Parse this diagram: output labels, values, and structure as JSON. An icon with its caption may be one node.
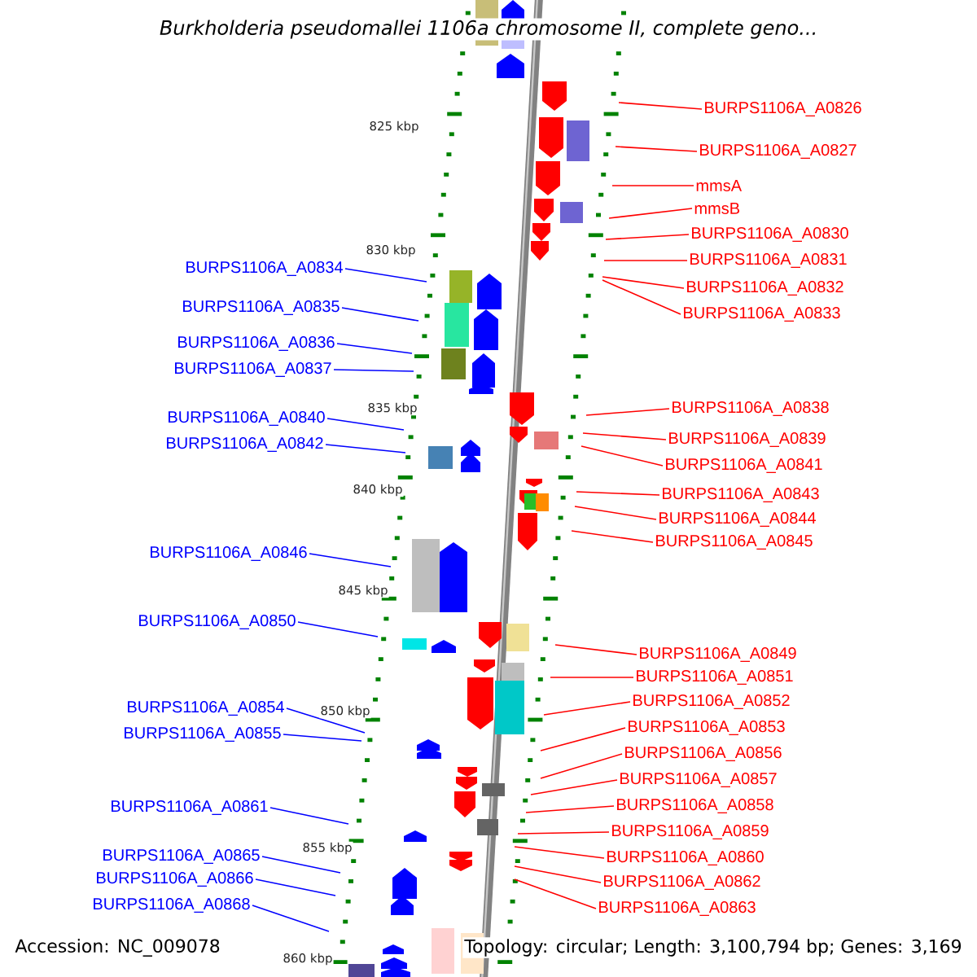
{
  "diagram": {
    "title": "*Burkholderia pseudomallei* 1106a chromosome II, complete geno...",
    "nodes": [
      {
        "text": [
          "BURPS1106A_A0826"
        ]
      },
      {
        "text": [
          "BURPS1106A_A0827"
        ]
      },
      {
        "text": [
          "mmsA"
        ]
      },
      {
        "text": [
          "mmsB"
        ]
      },
      {
        "text": [
          "BURPS1106A_A0830"
        ]
      },
      {
        "text": [
          "BURPS1106A_A0831"
        ]
      },
      {
        "text": [
          "BURPS1106A_A0834"
        ]
      },
      {
        "text": [
          "BURPS1106A_A0832"
        ]
      },
      {
        "text": [
          "BURPS1106A_A0835"
        ]
      },
      {
        "text": [
          "BURPS1106A_A0833"
        ]
      },
      {
        "text": [
          "BURPS1106A_A0836"
        ]
      },
      {
        "text": [
          "BURPS1106A_A0837"
        ]
      },
      {
        "text": [
          "BURPS1106A_A0838"
        ]
      },
      {
        "text": [
          "BURPS1106A_A0840"
        ]
      },
      {
        "text": [
          "BURPS1106A_A0839"
        ]
      },
      {
        "text": [
          "BURPS1106A_A0842"
        ]
      },
      {
        "text": [
          "BURPS1106A_A0841"
        ]
      },
      {
        "text": [
          "BURPS1106A_A0843"
        ]
      },
      {
        "text": [
          "BURPS1106A_A0844"
        ]
      },
      {
        "text": [
          "BURPS1106A_A0845"
        ]
      },
      {
        "text": [
          "BURPS1106A_A0846"
        ]
      },
      {
        "text": [
          "BURPS1106A_A0850"
        ]
      },
      {
        "text": [
          "BURPS1106A_A0849"
        ]
      },
      {
        "text": [
          "BURPS1106A_A0851"
        ]
      },
      {
        "text": [
          "BURPS1106A_A0852"
        ]
      },
      {
        "text": [
          "BURPS1106A_A0854"
        ]
      },
      {
        "text": [
          "BURPS1106A_A0853"
        ]
      },
      {
        "text": [
          "BURPS1106A_A0855"
        ]
      },
      {
        "text": [
          "BURPS1106A_A0856"
        ]
      },
      {
        "text": [
          "BURPS1106A_A0857"
        ]
      },
      {
        "text": [
          "BURPS1106A_A0858"
        ]
      },
      {
        "text": [
          "BURPS1106A_A0861"
        ]
      },
      {
        "text": [
          "BURPS1106A_A0859"
        ]
      },
      {
        "text": [
          "BURPS1106A_A0865"
        ]
      },
      {
        "text": [
          "BURPS1106A_A0860"
        ]
      },
      {
        "text": [
          "BURPS1106A_A0866"
        ]
      },
      {
        "text": [
          "BURPS1106A_A0862"
        ]
      },
      {
        "text": [
          "BURPS1106A_A0868"
        ]
      },
      {
        "text": [
          "BURPS1106A_A0863"
        ]
      }
    ],
    "edges": [
      {
        "from": 0,
        "to": null,
        "arrow": "none"
      },
      {
        "from": 1,
        "to": null,
        "arrow": "none"
      },
      {
        "from": 2,
        "to": null,
        "arrow": "none"
      },
      {
        "from": 3,
        "to": null,
        "arrow": "none"
      },
      {
        "from": 4,
        "to": null,
        "arrow": "none"
      },
      {
        "from": 5,
        "to": null,
        "arrow": "none"
      },
      {
        "from": 6,
        "to": null,
        "arrow": "none",
        "color": "#0000ff"
      },
      {
        "from": 7,
        "to": null,
        "arrow": "none"
      },
      {
        "from": 8,
        "to": null,
        "arrow": "none",
        "color": "#0000ff"
      },
      {
        "from": 9,
        "to": null,
        "arrow": "none"
      },
      {
        "from": 10,
        "to": null,
        "arrow": "none",
        "color": "#0000ff"
      },
      {
        "from": 11,
        "to": null,
        "arrow": "none",
        "color": "#0000ff"
      },
      {
        "from": 12,
        "to": null,
        "arrow": "none"
      },
      {
        "from": 13,
        "to": null,
        "arrow": "none",
        "color": "#0000ff"
      },
      {
        "from": 14,
        "to": null,
        "arrow": "none"
      },
      {
        "from": 15,
        "to": null,
        "arrow": "none",
        "color": "#0000ff"
      },
      {
        "from": 16,
        "to": null,
        "arrow": "none"
      },
      {
        "from": 17,
        "to": null,
        "arrow": "none"
      },
      {
        "from": 18,
        "to": null,
        "arrow": "none"
      },
      {
        "from": 19,
        "to": null,
        "arrow": "none"
      },
      {
        "from": 20,
        "to": null,
        "arrow": "none",
        "color": "#0000ff"
      },
      {
        "from": 21,
        "to": null,
        "arrow": "none",
        "color": "#0000ff"
      },
      {
        "from": 22,
        "to": null,
        "arrow": "none"
      },
      {
        "from": 23,
        "to": null,
        "arrow": "none"
      },
      {
        "from": 24,
        "to": null,
        "arrow": "none"
      },
      {
        "from": 25,
        "to": null,
        "arrow": "none",
        "color": "#0000ff"
      },
      {
        "from": 26,
        "to": null,
        "arrow": "none"
      },
      {
        "from": 27,
        "to": null,
        "arrow": "none",
        "color": "#0000ff"
      },
      {
        "from": 28,
        "to": null,
        "arrow": "none"
      },
      {
        "from": 29,
        "to": null,
        "arrow": "none"
      },
      {
        "from": 30,
        "to": null,
        "arrow": "none"
      },
      {
        "from": 31,
        "to": null,
        "arrow": "none",
        "color": "#0000ff"
      },
      {
        "from": 32,
        "to": null,
        "arrow": "none"
      },
      {
        "from": 33,
        "to": null,
        "arrow": "none",
        "color": "#0000ff"
      },
      {
        "from": 34,
        "to": null,
        "arrow": "none"
      },
      {
        "from": 35,
        "to": null,
        "arrow": "none",
        "color": "#0000ff"
      },
      {
        "from": 36,
        "to": null,
        "arrow": "none"
      },
      {
        "from": 37,
        "to": null,
        "arrow": "none",
        "color": "#0000ff"
      },
      {
        "from": 38,
        "to": null,
        "arrow": "none"
      }
    ],
    "labels": [
      "825 kbp",
      "830 kbp",
      "835 kbp",
      "840 kbp",
      "845 kbp",
      "850 kbp",
      "855 kbp",
      "860 kbp",
      "Accession: NC_009078",
      "Topology: circular; Length: 3,100,794 bp; Genes: 3,169"
    ]
  }
}
